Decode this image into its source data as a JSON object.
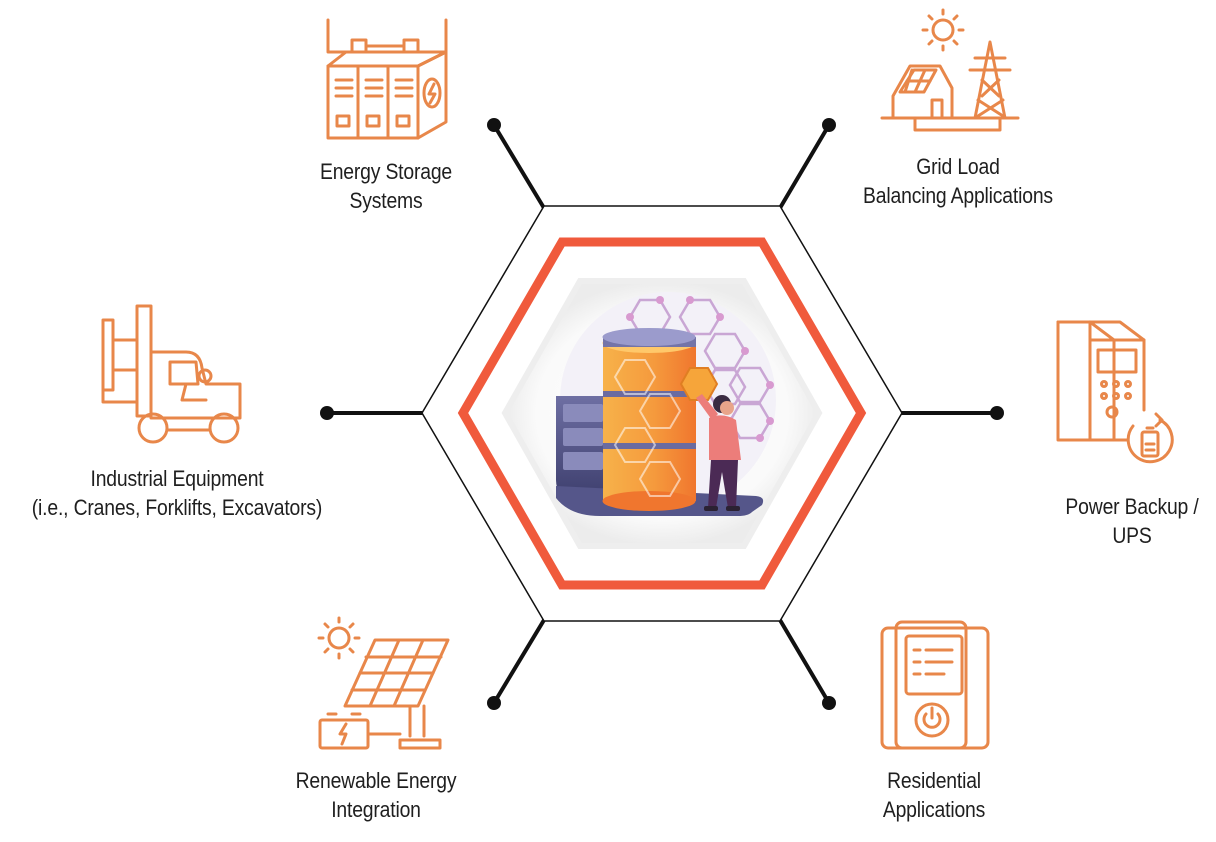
{
  "diagram": {
    "center": {
      "illustration": "battery-with-person-illustration",
      "icon": "battery-icon"
    },
    "colors": {
      "accent": "#f05a3c",
      "icon": "#e8874a",
      "line": "#111111",
      "hex_outline": "#111111"
    },
    "applications": [
      {
        "id": "energy-storage",
        "lines": [
          "Energy Storage",
          "Systems"
        ],
        "icon": "energy-storage-cabinet-icon"
      },
      {
        "id": "grid-load",
        "lines": [
          "Grid Load",
          "Balancing Applications"
        ],
        "icon": "solar-house-power-tower-icon"
      },
      {
        "id": "industrial",
        "lines": [
          "Industrial Equipment",
          "(i.e., Cranes, Forklifts, Excavators)"
        ],
        "icon": "forklift-icon"
      },
      {
        "id": "power-backup",
        "lines": [
          "Power Backup /",
          "UPS"
        ],
        "icon": "ups-device-icon"
      },
      {
        "id": "renewable",
        "lines": [
          "Renewable Energy",
          "Integration"
        ],
        "icon": "solar-panel-battery-icon"
      },
      {
        "id": "residential",
        "lines": [
          "Residential",
          "Applications"
        ],
        "icon": "home-battery-unit-icon"
      }
    ]
  }
}
